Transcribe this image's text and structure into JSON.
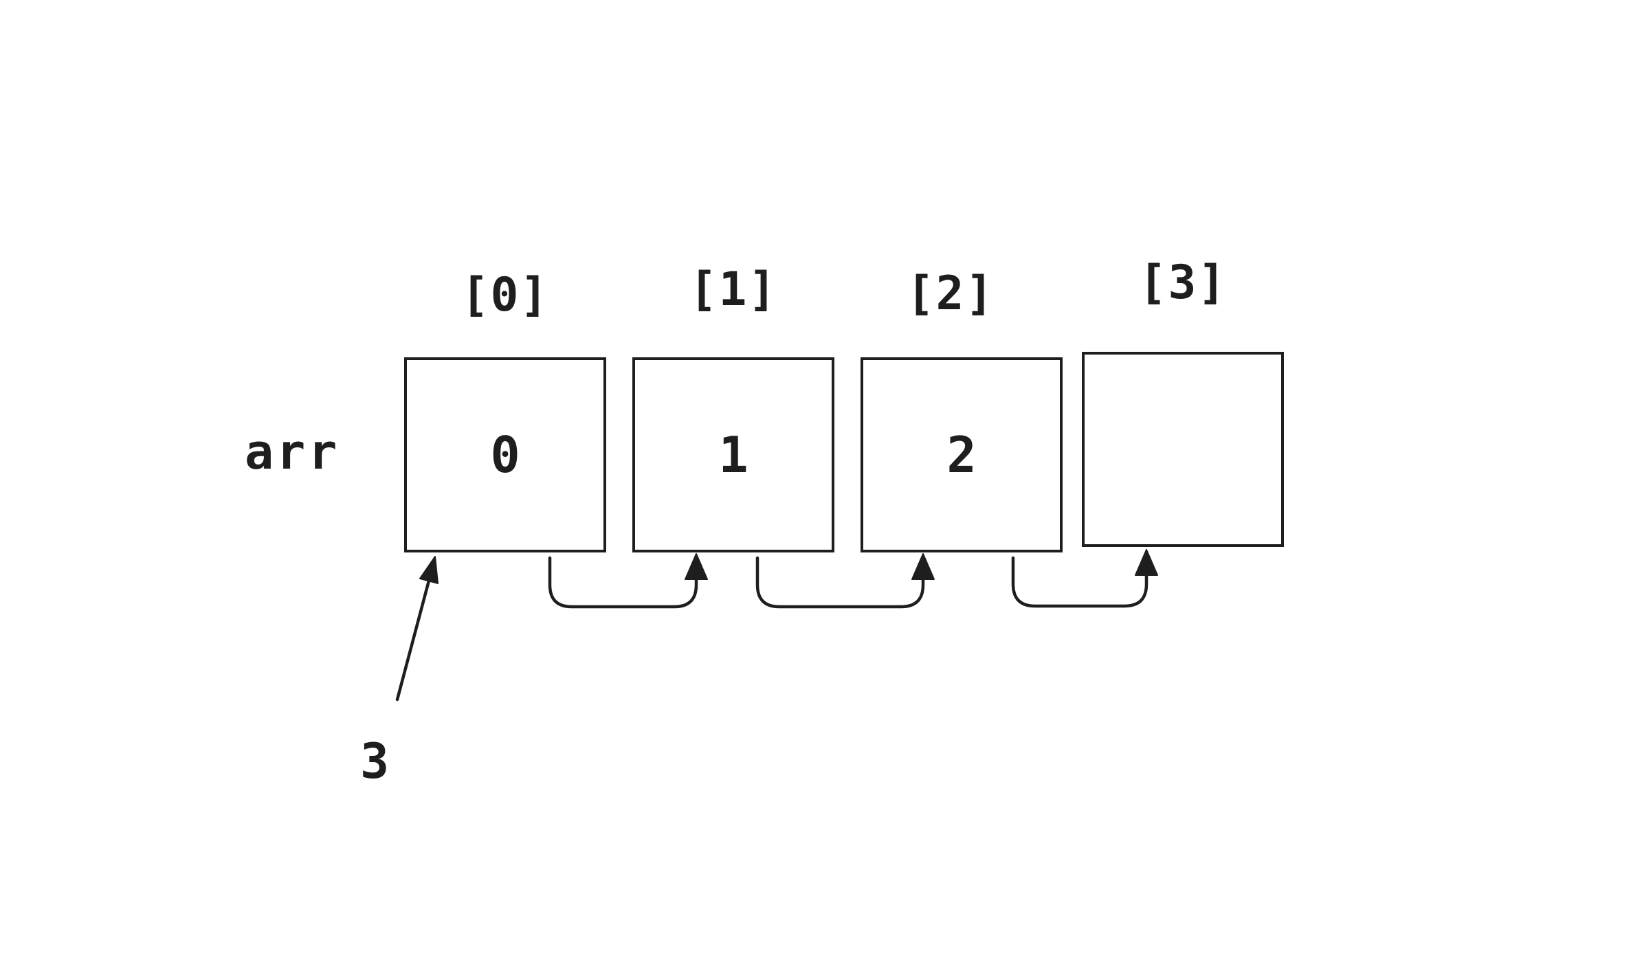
{
  "diagram": {
    "array_name": "arr",
    "cells": [
      {
        "index_label": "[0]",
        "value": "0"
      },
      {
        "index_label": "[1]",
        "value": "1"
      },
      {
        "index_label": "[2]",
        "value": "2"
      },
      {
        "index_label": "[3]",
        "value": ""
      }
    ],
    "connectors": [
      {
        "from": "cell-0",
        "to": "cell-1"
      },
      {
        "from": "cell-1",
        "to": "cell-2"
      },
      {
        "from": "cell-2",
        "to": "cell-3"
      }
    ],
    "annotation": {
      "label": "3",
      "points_to": "cell-0"
    },
    "colors": {
      "stroke": "#1e1e1e",
      "background": "#ffffff"
    }
  }
}
